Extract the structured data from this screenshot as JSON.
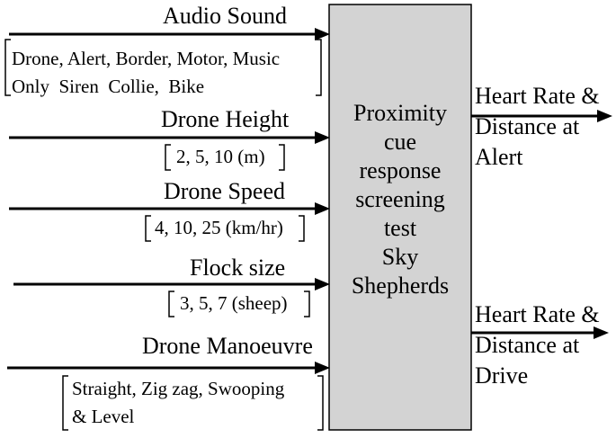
{
  "inputs": [
    {
      "title": "Audio Sound",
      "options": [
        "Drone, Alert, Border, Motor, Music",
        "Only  Siren  Collie,  Bike"
      ]
    },
    {
      "title": "Drone Height",
      "options": [
        "2, 5, 10 (m)"
      ]
    },
    {
      "title": "Drone Speed",
      "options": [
        "4, 10, 25 (km/hr)"
      ]
    },
    {
      "title": "Flock size",
      "options": [
        "3, 5, 7 (sheep)"
      ]
    },
    {
      "title": "Drone Manoeuvre",
      "options": [
        "Straight, Zig zag, Swooping",
        "& Level"
      ]
    }
  ],
  "process": {
    "lines": [
      "Proximity",
      "cue",
      "response",
      "screening",
      "test",
      "Sky",
      "Shepherds"
    ],
    "fill": "#d3d3d3"
  },
  "outputs": [
    {
      "lines": [
        "Heart Rate &",
        "Distance at",
        "Alert"
      ]
    },
    {
      "lines": [
        "Heart Rate &",
        "Distance at",
        "Drive"
      ]
    }
  ],
  "colors": {
    "ink": "#000000",
    "background": "#ffffff"
  }
}
